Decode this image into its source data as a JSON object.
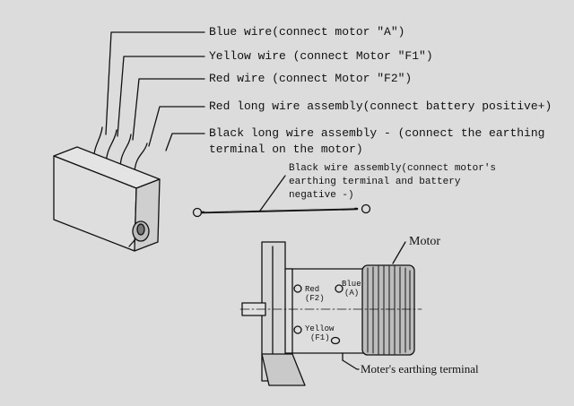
{
  "labels": {
    "blue_wire": "Blue wire(connect motor \"A\")",
    "yellow_wire": "Yellow wire (connect Motor \"F1\")",
    "red_wire": "Red wire (connect Motor \"F2\")",
    "red_long": "Red long wire assembly(connect battery positive+)",
    "black_long_1": "Black long wire assembly - (connect the earthing",
    "black_long_2": "terminal on the motor)",
    "black_assembly_1": "Black wire assembly(connect motor's",
    "black_assembly_2": "earthing terminal and battery",
    "black_assembly_3": "negative -)",
    "motor": "Motor",
    "terminal_red": "Red",
    "terminal_f2": "(F2)",
    "terminal_blue": "Blue",
    "terminal_a": "(A)",
    "terminal_yellow": "Yellow",
    "terminal_f1": "(F1)",
    "earthing_terminal": "Moter's earthing terminal"
  },
  "colors": {
    "ink": "#111111",
    "paper": "#dcdcdc"
  }
}
